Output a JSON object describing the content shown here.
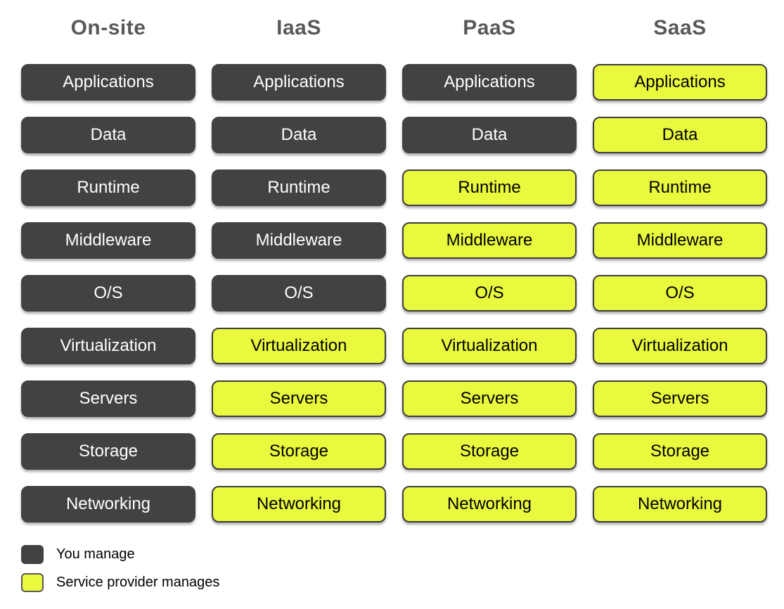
{
  "columns": [
    {
      "label": "On-site",
      "rows": [
        {
          "label": "Applications",
          "managed_by": "you"
        },
        {
          "label": "Data",
          "managed_by": "you"
        },
        {
          "label": "Runtime",
          "managed_by": "you"
        },
        {
          "label": "Middleware",
          "managed_by": "you"
        },
        {
          "label": "O/S",
          "managed_by": "you"
        },
        {
          "label": "Virtualization",
          "managed_by": "you"
        },
        {
          "label": "Servers",
          "managed_by": "you"
        },
        {
          "label": "Storage",
          "managed_by": "you"
        },
        {
          "label": "Networking",
          "managed_by": "you"
        }
      ]
    },
    {
      "label": "IaaS",
      "rows": [
        {
          "label": "Applications",
          "managed_by": "you"
        },
        {
          "label": "Data",
          "managed_by": "you"
        },
        {
          "label": "Runtime",
          "managed_by": "you"
        },
        {
          "label": "Middleware",
          "managed_by": "you"
        },
        {
          "label": "O/S",
          "managed_by": "you"
        },
        {
          "label": "Virtualization",
          "managed_by": "provider"
        },
        {
          "label": "Servers",
          "managed_by": "provider"
        },
        {
          "label": "Storage",
          "managed_by": "provider"
        },
        {
          "label": "Networking",
          "managed_by": "provider"
        }
      ]
    },
    {
      "label": "PaaS",
      "rows": [
        {
          "label": "Applications",
          "managed_by": "you"
        },
        {
          "label": "Data",
          "managed_by": "you"
        },
        {
          "label": "Runtime",
          "managed_by": "provider"
        },
        {
          "label": "Middleware",
          "managed_by": "provider"
        },
        {
          "label": "O/S",
          "managed_by": "provider"
        },
        {
          "label": "Virtualization",
          "managed_by": "provider"
        },
        {
          "label": "Servers",
          "managed_by": "provider"
        },
        {
          "label": "Storage",
          "managed_by": "provider"
        },
        {
          "label": "Networking",
          "managed_by": "provider"
        }
      ]
    },
    {
      "label": "SaaS",
      "rows": [
        {
          "label": "Applications",
          "managed_by": "provider"
        },
        {
          "label": "Data",
          "managed_by": "provider"
        },
        {
          "label": "Runtime",
          "managed_by": "provider"
        },
        {
          "label": "Middleware",
          "managed_by": "provider"
        },
        {
          "label": "O/S",
          "managed_by": "provider"
        },
        {
          "label": "Virtualization",
          "managed_by": "provider"
        },
        {
          "label": "Servers",
          "managed_by": "provider"
        },
        {
          "label": "Storage",
          "managed_by": "provider"
        },
        {
          "label": "Networking",
          "managed_by": "provider"
        }
      ]
    }
  ],
  "legend": {
    "items": [
      {
        "label": "You manage",
        "managed_by": "you"
      },
      {
        "label": "Service provider manages",
        "managed_by": "provider"
      }
    ]
  },
  "colors": {
    "you_manage_fill": "#424242",
    "provider_manage_fill": "#e9f93e",
    "header_text": "#595959",
    "box_border": "#3d3d3d"
  }
}
